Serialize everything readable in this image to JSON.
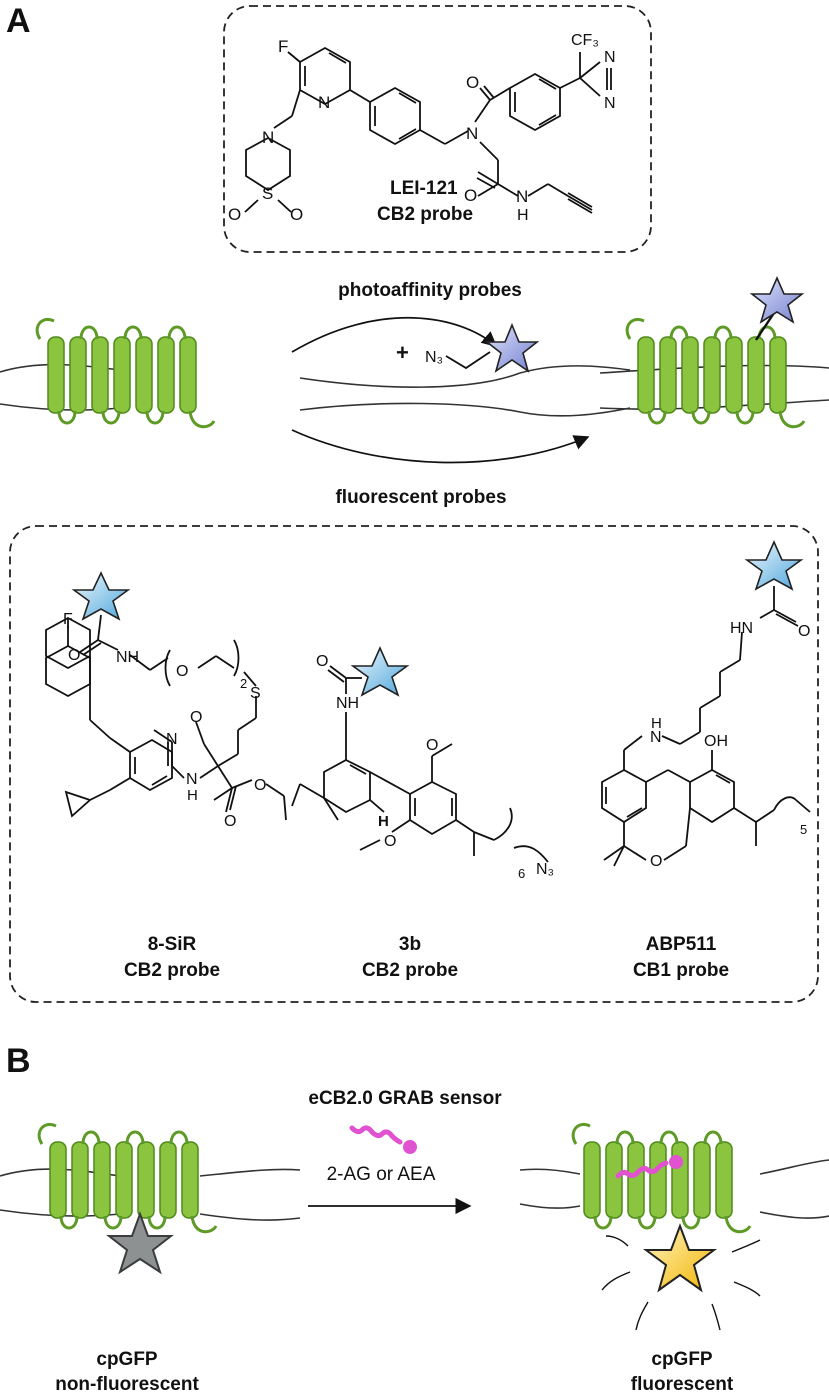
{
  "panel_a": {
    "label": "A",
    "lei121": {
      "name": "LEI-121",
      "target": "CB2 probe",
      "atoms": {
        "f": "F",
        "n_pyridine": "N",
        "n_thio": "N",
        "s": "S",
        "o1": "O",
        "o2": "O",
        "o_carbonyl": "O",
        "n_amide": "N",
        "cf3": "CF₃",
        "n_diaz1": "N",
        "n_diaz2": "N",
        "o_amide2": "O",
        "nh": "N",
        "h": "H"
      }
    },
    "photoaffinity_label": "photoaffinity probes",
    "azide_label": "N₃",
    "plus": "+",
    "fluorescent_label": "fluorescent probes",
    "probes": [
      {
        "name": "8-SiR",
        "target": "CB2 probe"
      },
      {
        "name": "3b",
        "target": "CB2 probe"
      },
      {
        "name": "ABP511",
        "target": "CB1 probe"
      }
    ],
    "sir_atoms": {
      "f": "F",
      "n_pyr": "N",
      "nh": "N",
      "h": "H",
      "o1": "O",
      "o2": "O",
      "o3": "O",
      "o_amide": "O",
      "nh_top": "NH",
      "o_peg": "O",
      "peg_sub": "2",
      "s": "S"
    },
    "b3_atoms": {
      "o_amide": "O",
      "nh": "NH",
      "h": "H",
      "o1": "O",
      "o2": "O",
      "sub6": "6",
      "n3": "N₃"
    },
    "abp_atoms": {
      "hn": "HN",
      "o": "O",
      "nh": "N",
      "h": "H",
      "oh": "OH",
      "o_ring": "O",
      "sub5": "5"
    }
  },
  "panel_b": {
    "label": "B",
    "sensor_title": "eCB2.0 GRAB sensor",
    "ligand_label": "2-AG or AEA",
    "left_caption_1": "cpGFP",
    "left_caption_2": "non-fluorescent",
    "right_caption_1": "cpGFP",
    "right_caption_2": "fluorescent"
  },
  "colors": {
    "receptor": "#8bc53f",
    "receptor_stroke": "#4f8a1c",
    "star_blue_light": "#e3f2fb",
    "star_blue_dark": "#5aaee0",
    "star_purple": "#8a93d8",
    "star_gray": "#8e9191",
    "star_yellow": "#f7c91c",
    "ligand": "#e052d0"
  }
}
